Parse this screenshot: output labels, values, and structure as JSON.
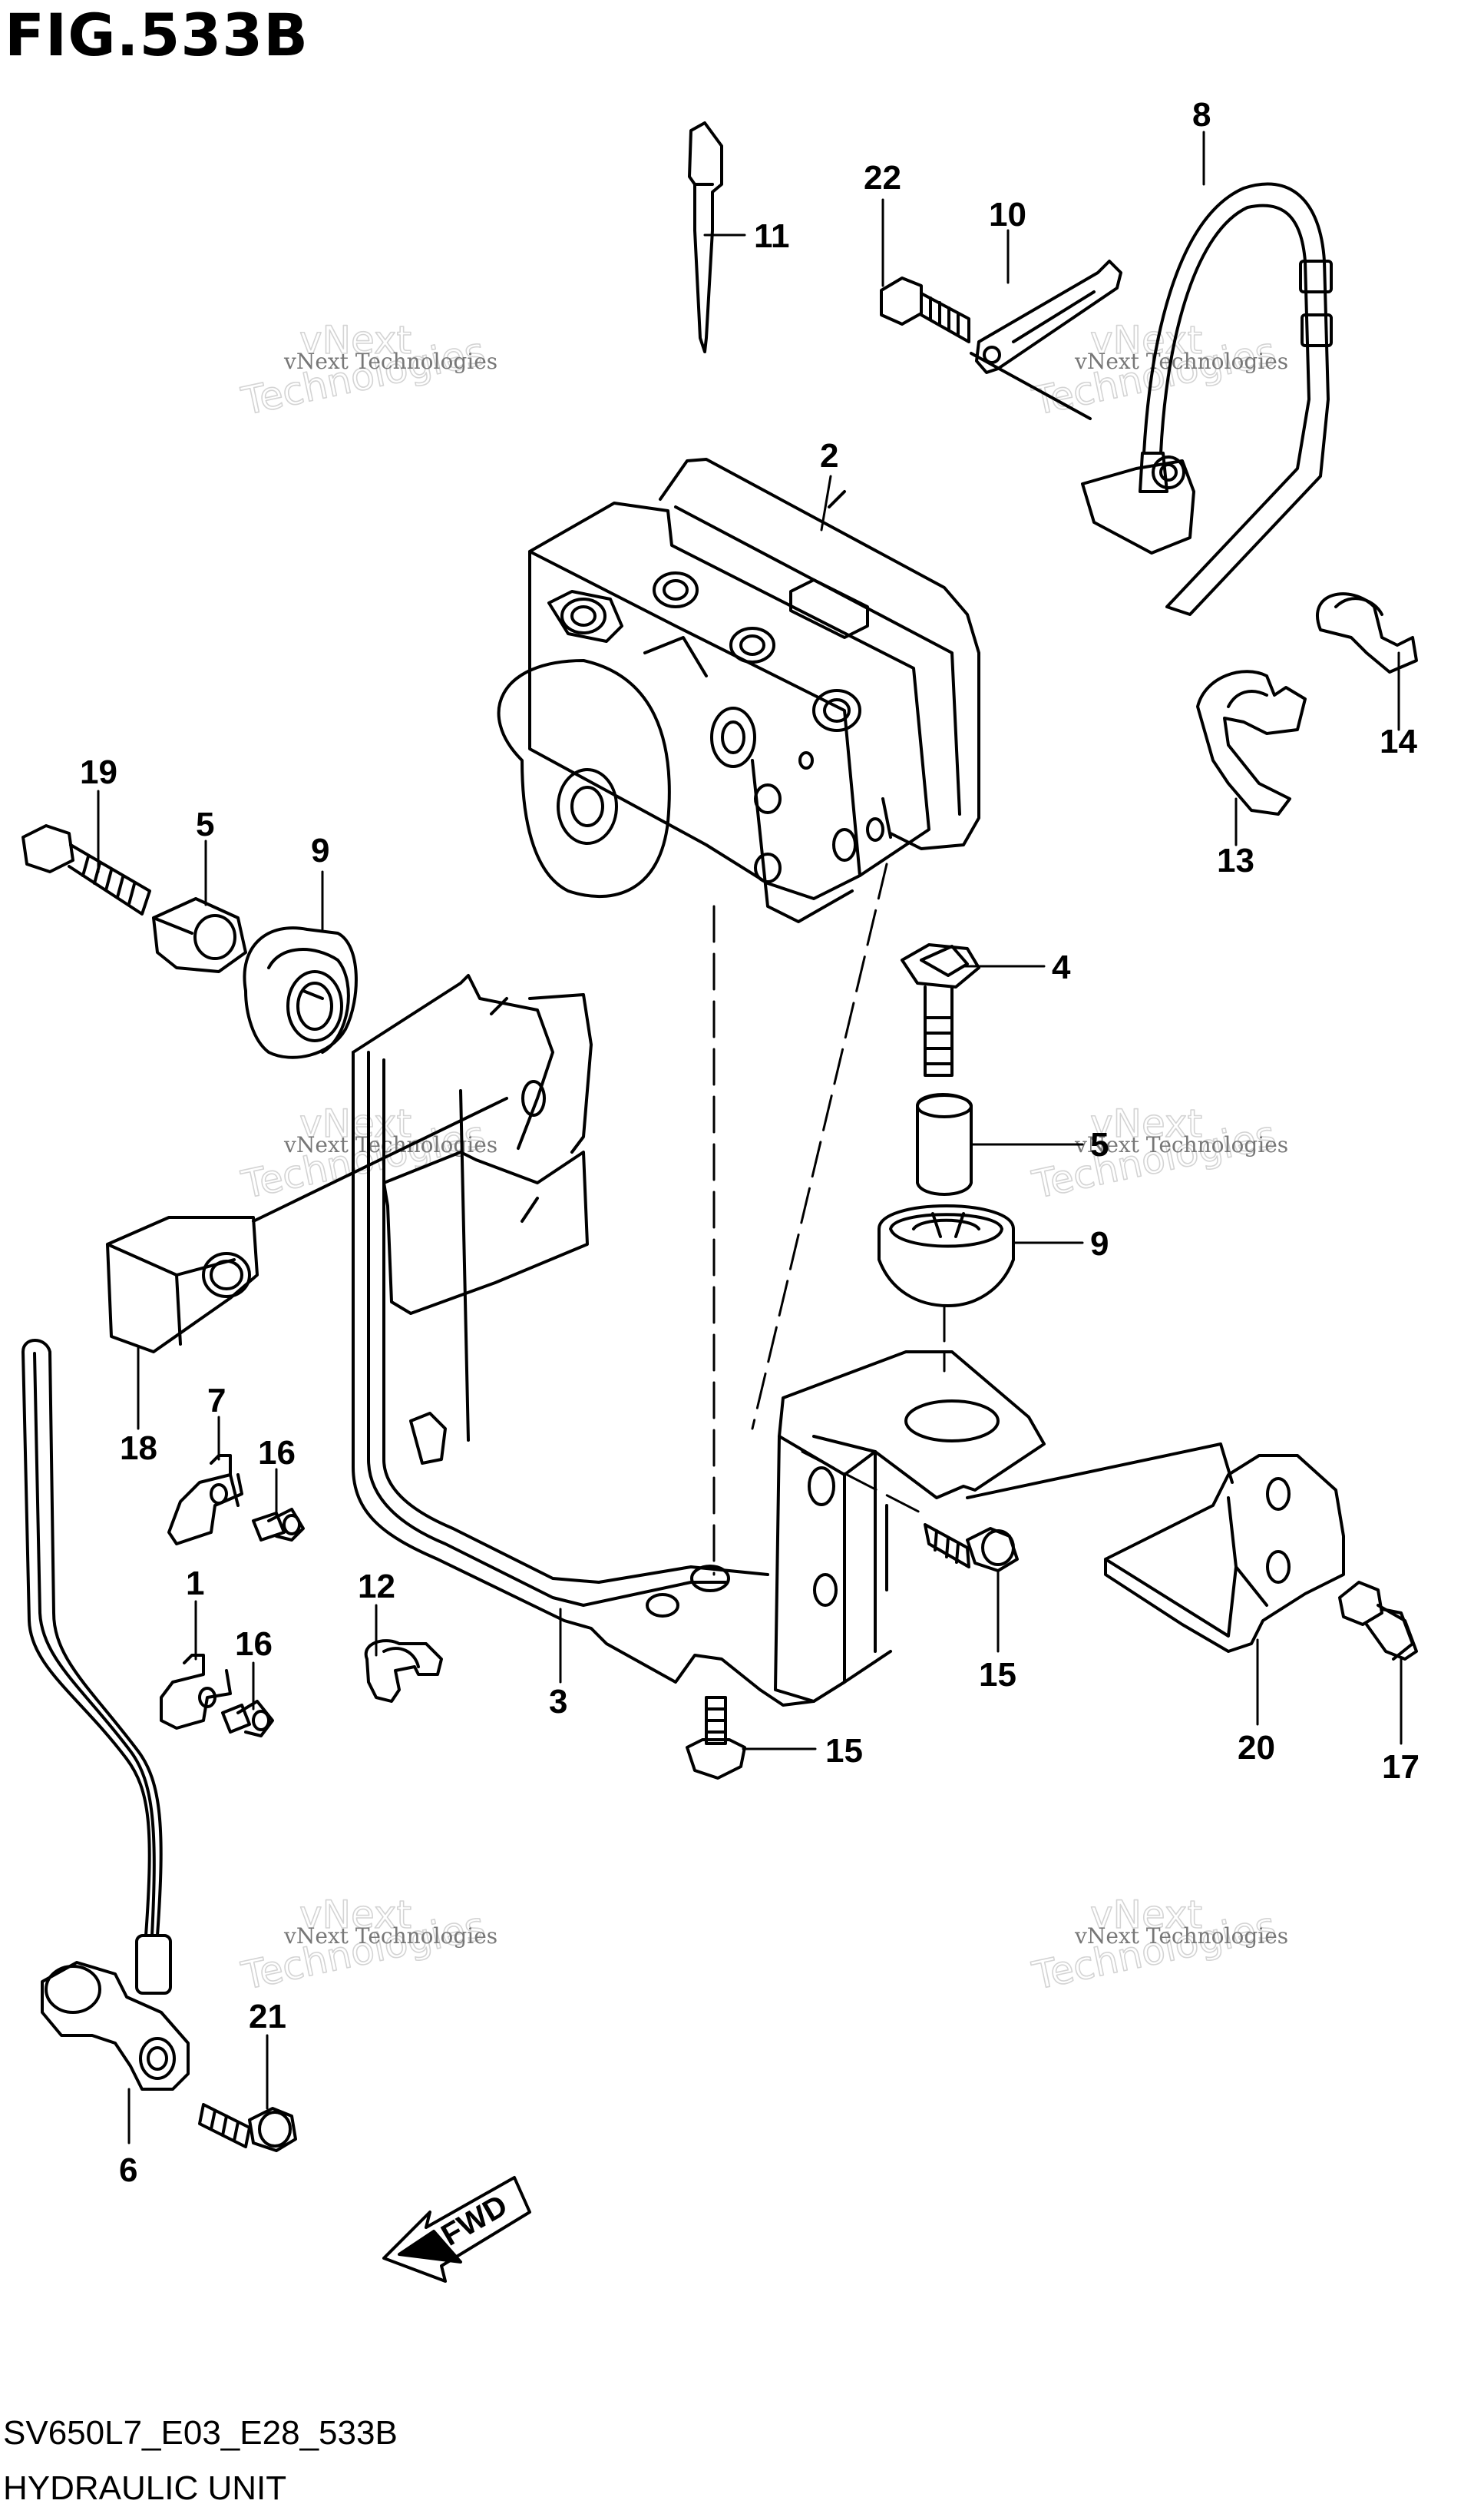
{
  "figure": {
    "title": "FIG.533B",
    "model_code": "SV650L7_E03_E28_533B",
    "unit_name": "HYDRAULIC UNIT"
  },
  "watermark": {
    "line1": "vNext Technologies",
    "line2": "vNext",
    "line3": "Technologies"
  },
  "fwd_label": "FWD",
  "callouts": {
    "c1": "1",
    "c2": "2",
    "c3": "3",
    "c4": "4",
    "c5a": "5",
    "c5b": "5",
    "c6": "6",
    "c7": "7",
    "c8": "8",
    "c9a": "9",
    "c9b": "9",
    "c10": "10",
    "c11": "11",
    "c12": "12",
    "c13": "13",
    "c14": "14",
    "c15a": "15",
    "c15b": "15",
    "c16a": "16",
    "c16b": "16",
    "c17": "17",
    "c18": "18",
    "c19": "19",
    "c20": "20",
    "c21": "21",
    "c22": "22"
  }
}
